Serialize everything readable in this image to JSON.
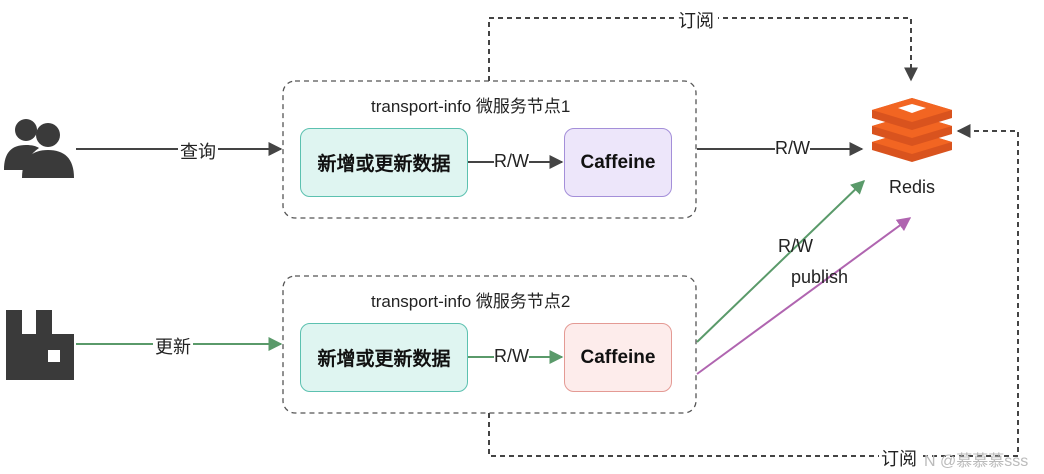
{
  "groups": [
    {
      "title": "transport-info 微服务节点1",
      "write_box": "新增或更新数据",
      "cache_box": "Caffeine",
      "rw_label": "R/W"
    },
    {
      "title": "transport-info 微服务节点2",
      "write_box": "新增或更新数据",
      "cache_box": "Caffeine",
      "rw_label": "R/W"
    }
  ],
  "edges": {
    "query": "查询",
    "update": "更新",
    "node1_to_redis": "R/W",
    "node2_to_redis_rw": "R/W",
    "node2_publish": "publish",
    "subscribe_top": "订阅",
    "subscribe_bottom": "订阅"
  },
  "redis": {
    "label": "Redis"
  },
  "icons": {
    "users": "users-icon",
    "mq": "rabbitmq-icon",
    "redis": "redis-icon"
  },
  "colors": {
    "write_fill": "#dff5f1",
    "write_stroke": "#5cc1b0",
    "cache1_fill": "#ede6fa",
    "cache1_stroke": "#a48fd9",
    "cache2_fill": "#fdeceb",
    "cache2_stroke": "#e49a94",
    "green": "#5a9a6a",
    "purple": "#b065b0",
    "dark": "#444444",
    "redis": "#f26522"
  },
  "watermark": "N @慕慕慕sss"
}
